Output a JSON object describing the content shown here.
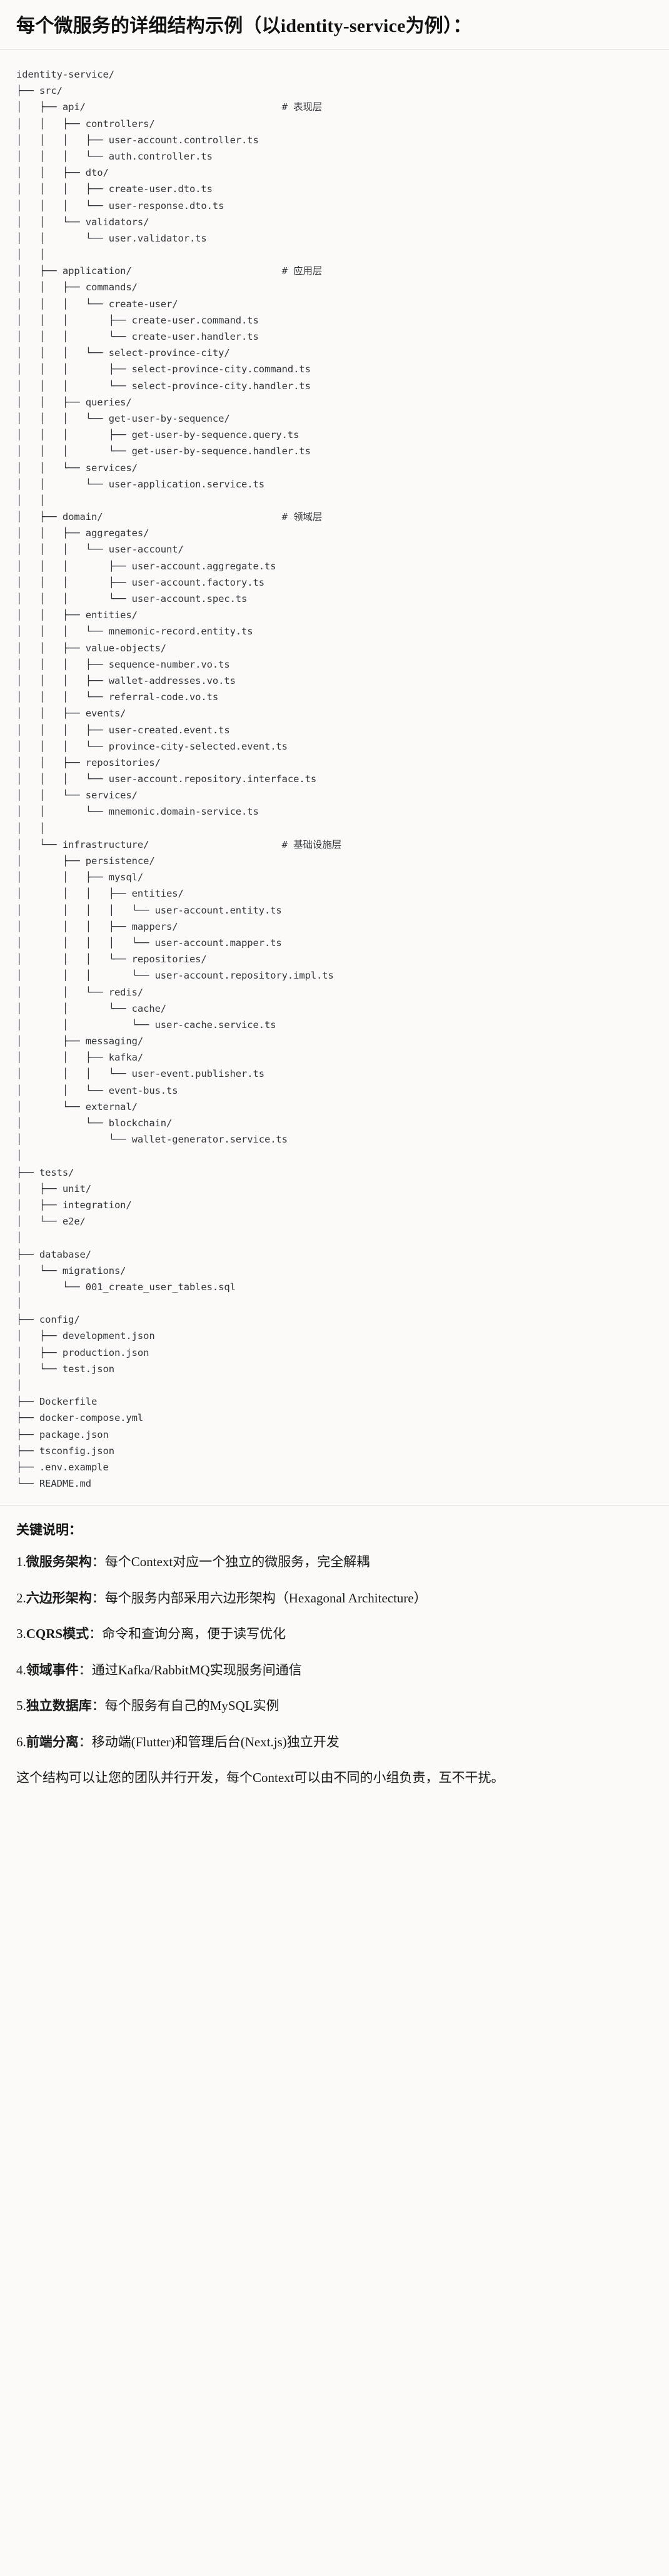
{
  "header": {
    "title": "每个微服务的详细结构示例（以identity-service为例）："
  },
  "tree": {
    "lines": [
      {
        "text": "identity-service/",
        "comment": ""
      },
      {
        "text": "├── src/",
        "comment": ""
      },
      {
        "text": "│   ├── api/",
        "comment": "# 表现层"
      },
      {
        "text": "│   │   ├── controllers/",
        "comment": ""
      },
      {
        "text": "│   │   │   ├── user-account.controller.ts",
        "comment": ""
      },
      {
        "text": "│   │   │   └── auth.controller.ts",
        "comment": ""
      },
      {
        "text": "│   │   ├── dto/",
        "comment": ""
      },
      {
        "text": "│   │   │   ├── create-user.dto.ts",
        "comment": ""
      },
      {
        "text": "│   │   │   └── user-response.dto.ts",
        "comment": ""
      },
      {
        "text": "│   │   └── validators/",
        "comment": ""
      },
      {
        "text": "│   │       └── user.validator.ts",
        "comment": ""
      },
      {
        "text": "│   │",
        "comment": ""
      },
      {
        "text": "│   ├── application/",
        "comment": "# 应用层"
      },
      {
        "text": "│   │   ├── commands/",
        "comment": ""
      },
      {
        "text": "│   │   │   └── create-user/",
        "comment": ""
      },
      {
        "text": "│   │   │       ├── create-user.command.ts",
        "comment": ""
      },
      {
        "text": "│   │   │       └── create-user.handler.ts",
        "comment": ""
      },
      {
        "text": "│   │   │   └── select-province-city/",
        "comment": ""
      },
      {
        "text": "│   │   │       ├── select-province-city.command.ts",
        "comment": ""
      },
      {
        "text": "│   │   │       └── select-province-city.handler.ts",
        "comment": ""
      },
      {
        "text": "│   │   ├── queries/",
        "comment": ""
      },
      {
        "text": "│   │   │   └── get-user-by-sequence/",
        "comment": ""
      },
      {
        "text": "│   │   │       ├── get-user-by-sequence.query.ts",
        "comment": ""
      },
      {
        "text": "│   │   │       └── get-user-by-sequence.handler.ts",
        "comment": ""
      },
      {
        "text": "│   │   └── services/",
        "comment": ""
      },
      {
        "text": "│   │       └── user-application.service.ts",
        "comment": ""
      },
      {
        "text": "│   │",
        "comment": ""
      },
      {
        "text": "│   ├── domain/",
        "comment": "# 领域层"
      },
      {
        "text": "│   │   ├── aggregates/",
        "comment": ""
      },
      {
        "text": "│   │   │   └── user-account/",
        "comment": ""
      },
      {
        "text": "│   │   │       ├── user-account.aggregate.ts",
        "comment": ""
      },
      {
        "text": "│   │   │       ├── user-account.factory.ts",
        "comment": ""
      },
      {
        "text": "│   │   │       └── user-account.spec.ts",
        "comment": ""
      },
      {
        "text": "│   │   ├── entities/",
        "comment": ""
      },
      {
        "text": "│   │   │   └── mnemonic-record.entity.ts",
        "comment": ""
      },
      {
        "text": "│   │   ├── value-objects/",
        "comment": ""
      },
      {
        "text": "│   │   │   ├── sequence-number.vo.ts",
        "comment": ""
      },
      {
        "text": "│   │   │   ├── wallet-addresses.vo.ts",
        "comment": ""
      },
      {
        "text": "│   │   │   └── referral-code.vo.ts",
        "comment": ""
      },
      {
        "text": "│   │   ├── events/",
        "comment": ""
      },
      {
        "text": "│   │   │   ├── user-created.event.ts",
        "comment": ""
      },
      {
        "text": "│   │   │   └── province-city-selected.event.ts",
        "comment": ""
      },
      {
        "text": "│   │   ├── repositories/",
        "comment": ""
      },
      {
        "text": "│   │   │   └── user-account.repository.interface.ts",
        "comment": ""
      },
      {
        "text": "│   │   └── services/",
        "comment": ""
      },
      {
        "text": "│   │       └── mnemonic.domain-service.ts",
        "comment": ""
      },
      {
        "text": "│   │",
        "comment": ""
      },
      {
        "text": "│   └── infrastructure/",
        "comment": "# 基础设施层"
      },
      {
        "text": "│       ├── persistence/",
        "comment": ""
      },
      {
        "text": "│       │   ├── mysql/",
        "comment": ""
      },
      {
        "text": "│       │   │   ├── entities/",
        "comment": ""
      },
      {
        "text": "│       │   │   │   └── user-account.entity.ts",
        "comment": ""
      },
      {
        "text": "│       │   │   ├── mappers/",
        "comment": ""
      },
      {
        "text": "│       │   │   │   └── user-account.mapper.ts",
        "comment": ""
      },
      {
        "text": "│       │   │   └── repositories/",
        "comment": ""
      },
      {
        "text": "│       │   │       └── user-account.repository.impl.ts",
        "comment": ""
      },
      {
        "text": "│       │   └── redis/",
        "comment": ""
      },
      {
        "text": "│       │       └── cache/",
        "comment": ""
      },
      {
        "text": "│       │           └── user-cache.service.ts",
        "comment": ""
      },
      {
        "text": "│       ├── messaging/",
        "comment": ""
      },
      {
        "text": "│       │   ├── kafka/",
        "comment": ""
      },
      {
        "text": "│       │   │   └── user-event.publisher.ts",
        "comment": ""
      },
      {
        "text": "│       │   └── event-bus.ts",
        "comment": ""
      },
      {
        "text": "│       └── external/",
        "comment": ""
      },
      {
        "text": "│           └── blockchain/",
        "comment": ""
      },
      {
        "text": "│               └── wallet-generator.service.ts",
        "comment": ""
      },
      {
        "text": "│",
        "comment": ""
      },
      {
        "text": "├── tests/",
        "comment": ""
      },
      {
        "text": "│   ├── unit/",
        "comment": ""
      },
      {
        "text": "│   ├── integration/",
        "comment": ""
      },
      {
        "text": "│   └── e2e/",
        "comment": ""
      },
      {
        "text": "│",
        "comment": ""
      },
      {
        "text": "├── database/",
        "comment": ""
      },
      {
        "text": "│   └── migrations/",
        "comment": ""
      },
      {
        "text": "│       └── 001_create_user_tables.sql",
        "comment": ""
      },
      {
        "text": "│",
        "comment": ""
      },
      {
        "text": "├── config/",
        "comment": ""
      },
      {
        "text": "│   ├── development.json",
        "comment": ""
      },
      {
        "text": "│   ├── production.json",
        "comment": ""
      },
      {
        "text": "│   └── test.json",
        "comment": ""
      },
      {
        "text": "│",
        "comment": ""
      },
      {
        "text": "├── Dockerfile",
        "comment": ""
      },
      {
        "text": "├── docker-compose.yml",
        "comment": ""
      },
      {
        "text": "├── package.json",
        "comment": ""
      },
      {
        "text": "├── tsconfig.json",
        "comment": ""
      },
      {
        "text": "├── .env.example",
        "comment": ""
      },
      {
        "text": "└── README.md",
        "comment": ""
      }
    ],
    "comment_column": 46
  },
  "notes": {
    "title": "关键说明：",
    "items": [
      {
        "num": "1.",
        "term": "微服务架构",
        "sep": "：",
        "body": "每个Context对应一个独立的微服务，完全解耦"
      },
      {
        "num": "2.",
        "term": "六边形架构",
        "sep": "：",
        "body": "每个服务内部采用六边形架构（Hexagonal Architecture）"
      },
      {
        "num": "3.",
        "term": "CQRS模式",
        "sep": "：",
        "body": "命令和查询分离，便于读写优化"
      },
      {
        "num": "4.",
        "term": "领域事件",
        "sep": "：",
        "body": "通过Kafka/RabbitMQ实现服务间通信"
      },
      {
        "num": "5.",
        "term": "独立数据库",
        "sep": "：",
        "body": "每个服务有自己的MySQL实例"
      },
      {
        "num": "6.",
        "term": "前端分离",
        "sep": "：",
        "body": "移动端(Flutter)和管理后台(Next.js)独立开发"
      }
    ],
    "closing": "这个结构可以让您的团队并行开发，每个Context可以由不同的小组负责，互不干扰。"
  }
}
